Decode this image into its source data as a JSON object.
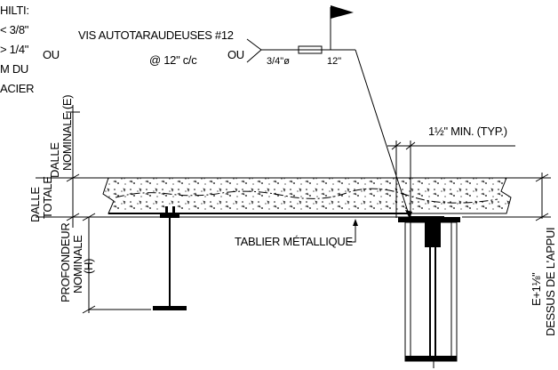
{
  "left_notes": {
    "line1": "HILTI:",
    "line2": "< 3/8\"",
    "line3": "> 1/4\"",
    "line4": "M DU",
    "line5": "ACIER"
  },
  "ou_labels": [
    "OU",
    "OU"
  ],
  "screw_note": {
    "line1": "VIS AUTOTARAUDEUSES #12",
    "line2": "@ 12\" c/c"
  },
  "weld_symbol": {
    "size": "3/4\"ø",
    "length": "12\""
  },
  "dimensions": {
    "min_bearing": "1½\" MIN. (TYP.)",
    "slab_nominal": [
      "DALLE",
      "NOMINALE (E)"
    ],
    "slab_total": [
      "DALLE",
      "TOTALE"
    ],
    "deck_depth": [
      "PROFONDEUR",
      "NOMINALE",
      "(H)"
    ],
    "support_top": [
      "E+1⅛\"",
      "DESSUS DE L'APPUI"
    ]
  },
  "deck_label": "TABLIER MÉTALLIQUE"
}
